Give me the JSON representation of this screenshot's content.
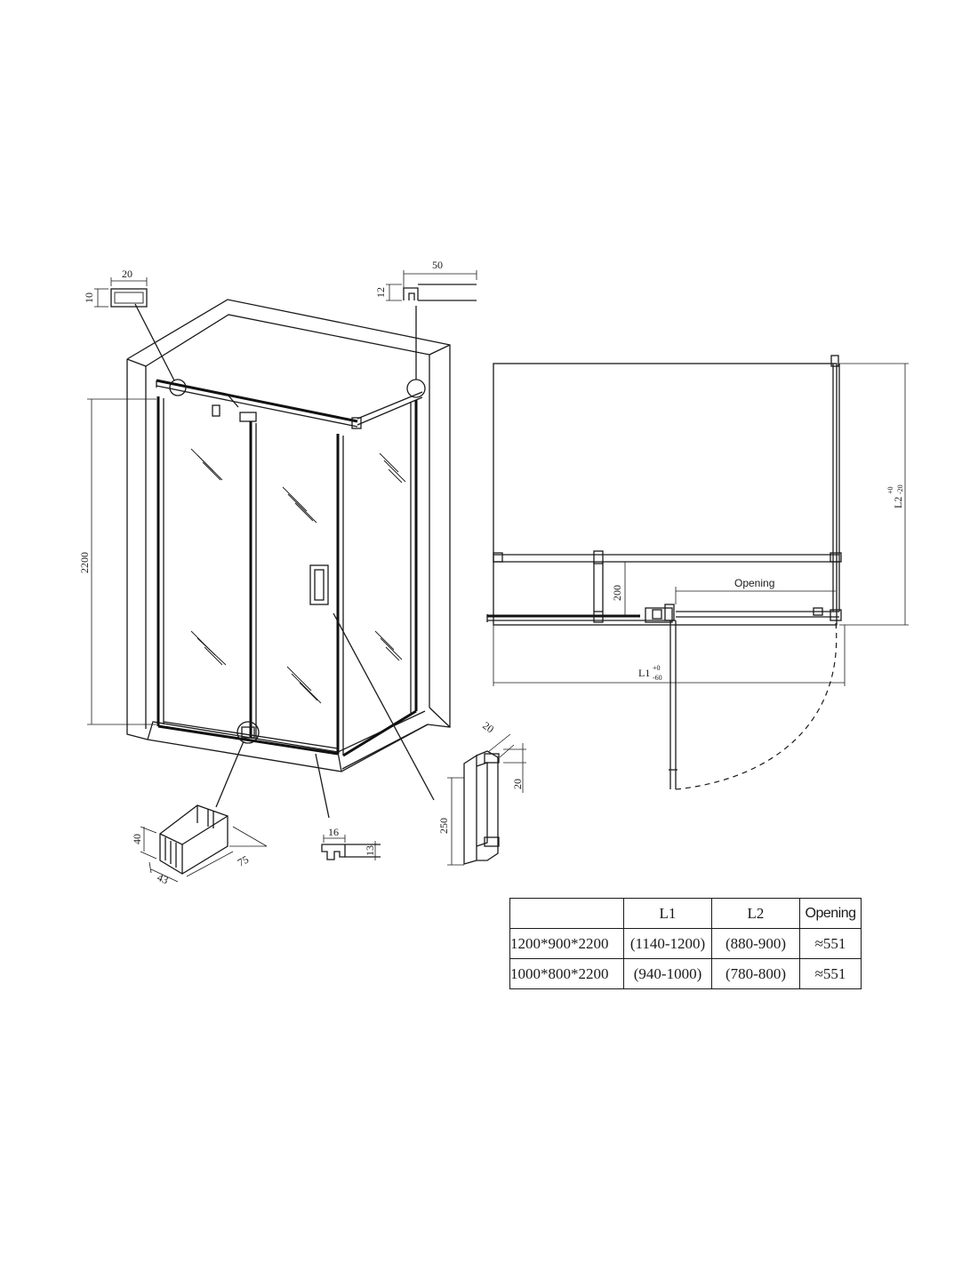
{
  "perspective": {
    "height_label": "2200",
    "top_rail_profile": {
      "width": "20",
      "height": "10"
    },
    "wall_channel_profile": {
      "width": "50",
      "height": "12"
    },
    "bottom_seal_profile": {
      "width": "16",
      "height": "13"
    },
    "hinge": {
      "height": "40",
      "depth": "43",
      "length": "75"
    },
    "handle": {
      "length": "250",
      "depth": "20",
      "offset": "20"
    }
  },
  "plan": {
    "opening_label": "Opening",
    "l1": {
      "base": "L1",
      "sup": "+0",
      "sub": "-60"
    },
    "l2": {
      "base": "L2",
      "sup": "+0",
      "sub": "-20"
    },
    "height_200": "200"
  },
  "table": {
    "headers": [
      "",
      "L1",
      "L2",
      "Opening"
    ],
    "rows": [
      [
        "1200*900*2200",
        "(1140-1200)",
        "(880-900)",
        "≈551"
      ],
      [
        "1000*800*2200",
        "(940-1000)",
        "(780-800)",
        "≈551"
      ]
    ]
  }
}
